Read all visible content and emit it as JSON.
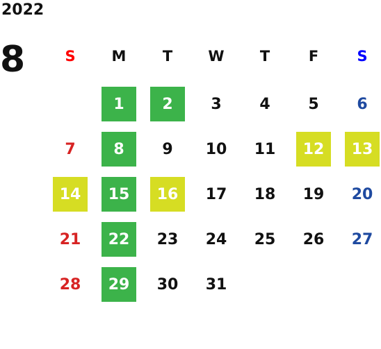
{
  "year": "2022",
  "month": "8",
  "weekdays": [
    {
      "label": "S",
      "key": "sun",
      "color": "#ff0000"
    },
    {
      "label": "M",
      "key": "mon",
      "color": "#111111"
    },
    {
      "label": "T",
      "key": "tue",
      "color": "#111111"
    },
    {
      "label": "W",
      "key": "wed",
      "color": "#111111"
    },
    {
      "label": "T",
      "key": "thu",
      "color": "#111111"
    },
    {
      "label": "F",
      "key": "fri",
      "color": "#111111"
    },
    {
      "label": "S",
      "key": "sat",
      "color": "#0000ff"
    }
  ],
  "colors": {
    "green_highlight": "#3cb34a",
    "yellow_highlight": "#d6dd23",
    "sunday_text": "#d72323",
    "saturday_text": "#1f4aa0"
  },
  "days": [
    {
      "label": "1",
      "highlight": "green"
    },
    {
      "label": "2",
      "highlight": "green"
    },
    {
      "label": "3"
    },
    {
      "label": "4"
    },
    {
      "label": "5"
    },
    {
      "label": "6"
    },
    {
      "label": "7"
    },
    {
      "label": "8",
      "highlight": "green"
    },
    {
      "label": "9"
    },
    {
      "label": "10"
    },
    {
      "label": "11"
    },
    {
      "label": "12",
      "highlight": "yellow"
    },
    {
      "label": "13",
      "highlight": "yellow"
    },
    {
      "label": "14",
      "highlight": "yellow"
    },
    {
      "label": "15",
      "highlight": "green"
    },
    {
      "label": "16",
      "highlight": "yellow"
    },
    {
      "label": "17"
    },
    {
      "label": "18"
    },
    {
      "label": "19"
    },
    {
      "label": "20"
    },
    {
      "label": "21"
    },
    {
      "label": "22",
      "highlight": "green"
    },
    {
      "label": "23"
    },
    {
      "label": "24"
    },
    {
      "label": "25"
    },
    {
      "label": "26"
    },
    {
      "label": "27"
    },
    {
      "label": "28"
    },
    {
      "label": "29",
      "highlight": "green"
    },
    {
      "label": "30"
    },
    {
      "label": "31"
    }
  ]
}
